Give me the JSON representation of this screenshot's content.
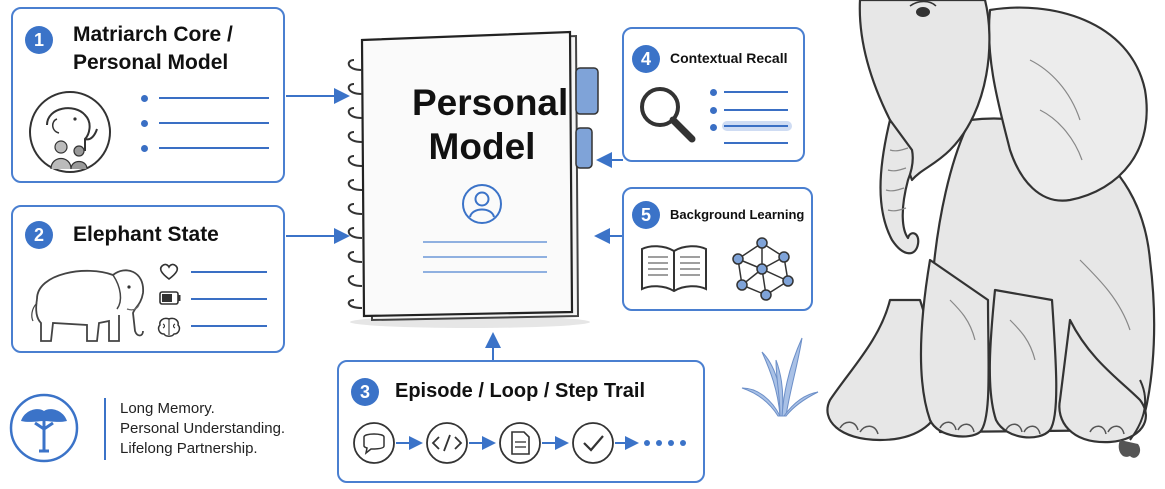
{
  "steps": [
    {
      "number": "1",
      "title_line1": "Matriarch Core /",
      "title_line2": "Personal Model"
    },
    {
      "number": "2",
      "title": "Elephant State"
    },
    {
      "number": "3",
      "title": "Episode / Loop / Step Trail"
    },
    {
      "number": "4",
      "title": "Contextual Recall"
    },
    {
      "number": "5",
      "title": "Background Learning"
    }
  ],
  "notebook": {
    "title_line1": "Personal",
    "title_line2": "Model"
  },
  "brand": {
    "line1": "Long Memory.",
    "line2": "Personal Understanding.",
    "line3": "Lifelong Partnership."
  },
  "colors": {
    "accent": "#3b73c8",
    "line": "#4a7fd0",
    "tab": "#7fa3d8"
  },
  "icons": [
    "elephant-family-icon",
    "elephant-icon",
    "heart-icon",
    "battery-icon",
    "brain-icon",
    "notebook-icon",
    "user-icon",
    "magnifier-icon",
    "book-icon",
    "network-icon",
    "chat-icon",
    "code-icon",
    "document-icon",
    "check-icon",
    "tree-logo-icon",
    "plant-icon",
    "elephant-illustration"
  ]
}
